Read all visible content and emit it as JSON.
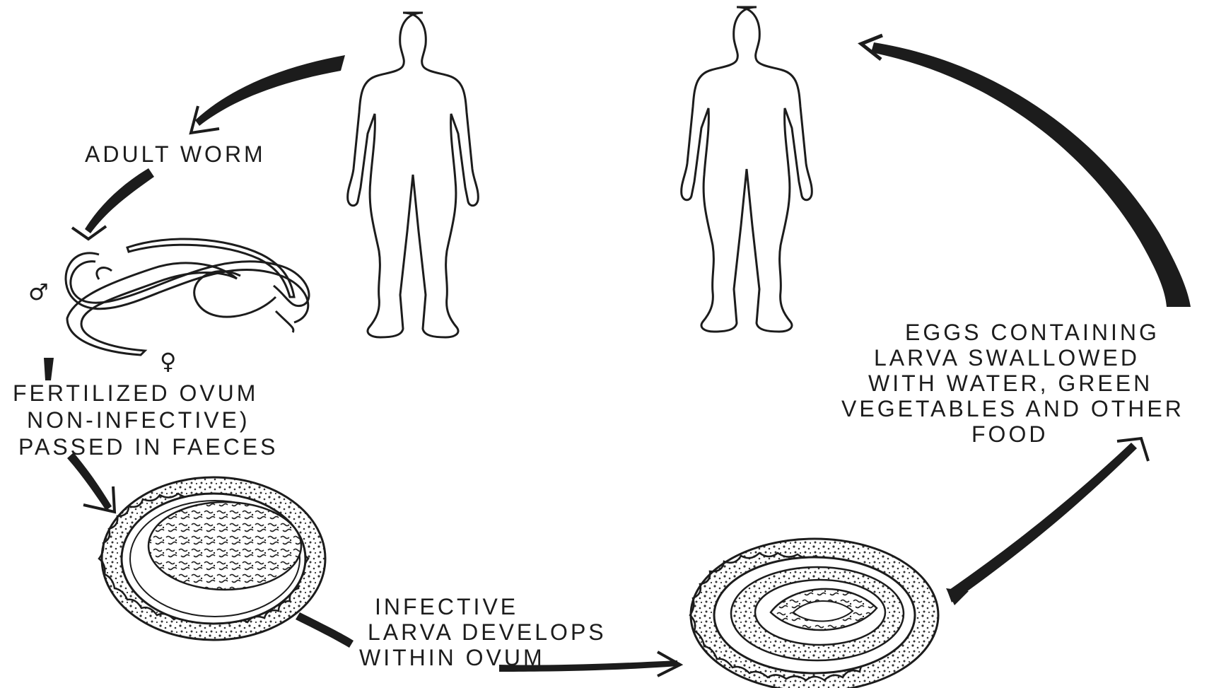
{
  "labels": {
    "adult_worm": "ADULT WORM",
    "fertilized_ovum": [
      "FERTILIZED OVUM",
      "NON-INFECTIVE)",
      "PASSED IN FAECES"
    ],
    "infective_larva": [
      "INFECTIVE",
      "LARVA DEVELOPS",
      "WITHIN OVUM"
    ],
    "eggs_swallowed": [
      "EGGS CONTAINING",
      "LARVA SWALLOWED",
      "WITH WATER, GREEN",
      "VEGETABLES AND OTHER",
      "FOOD"
    ],
    "male_symbol": "♂",
    "female_symbol": "♀"
  },
  "icons": [
    "human-figure-icon",
    "worm-pair-icon",
    "ovum-icon",
    "larva-ovum-icon"
  ],
  "colors": {
    "ink": "#1c1c1c",
    "paper": "#ffffff"
  }
}
